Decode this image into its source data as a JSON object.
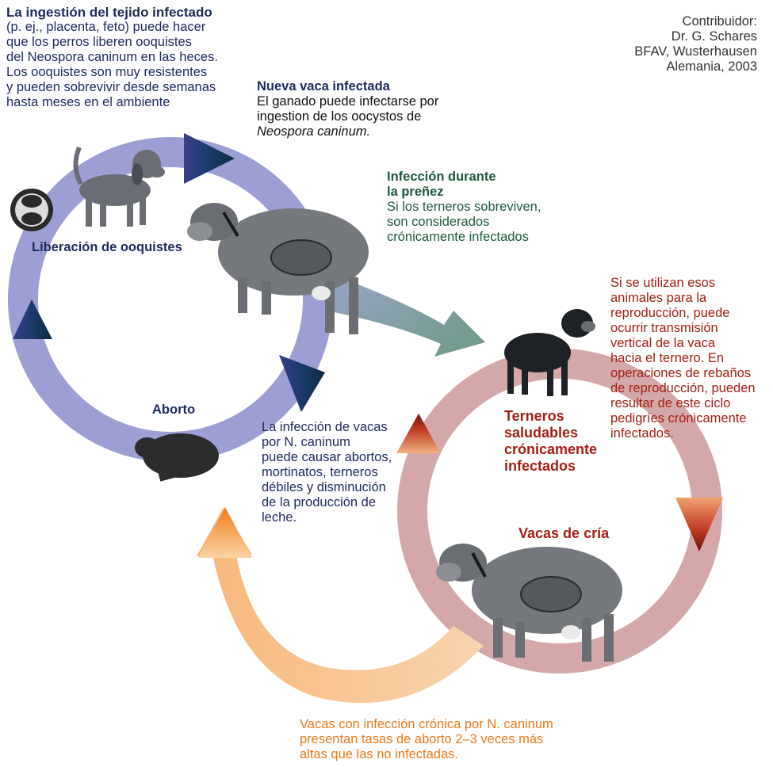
{
  "credit": {
    "lines": [
      "Contribuidor:",
      "Dr. G. Schares",
      "BFAV, Wusterhausen",
      "Alemania, 2003"
    ]
  },
  "ingestion": {
    "title": "La ingestión del tejido infectado",
    "lines": [
      "(p. ej., placenta, feto) puede hacer",
      "que los perros liberen ooquistes",
      "del Neospora caninum en las heces.",
      "Los ooquistes son muy resistentes",
      "y pueden sobrevivir desde semanas",
      "hasta meses en el ambiente"
    ]
  },
  "new_cow": {
    "title": "Nueva vaca infectada",
    "lines": [
      "El ganado puede infectarse por",
      "ingestion de los oocystos de",
      "Neospora caninum."
    ]
  },
  "pregnancy": {
    "title_lines": [
      "Infección durante",
      "la preñez"
    ],
    "lines": [
      "Si los terneros sobreviven,",
      "son considerados",
      "crónicamente infectados"
    ]
  },
  "oocyst_release": {
    "label": "Liberación de ooquistes"
  },
  "abortion": {
    "label": "Aborto"
  },
  "abortion_effects": {
    "lines": [
      "La infección de vacas",
      "por N. caninum",
      "puede causar abortos,",
      "mortinatos, terneros",
      "débiles y disminución",
      "de la producción de",
      "leche."
    ]
  },
  "breeding_use": {
    "lines": [
      "Si se utilizan esos",
      "animales para la",
      "reproducción, puede",
      "ocurrir transmisión",
      "vertical de la vaca",
      "hacia el ternero. En",
      "operaciones de rebaños",
      "de reproducción, pueden",
      "resultar de este ciclo",
      "pedigríes crónicamente",
      "infectados."
    ]
  },
  "healthy_calves": {
    "lines": [
      "Terneros",
      "saludables",
      "crónicamente",
      "infectados"
    ]
  },
  "breeding_cows": {
    "label": "Vacas de cría"
  },
  "chronic_rates": {
    "lines": [
      "Vacas con infección crónica por N. caninum",
      "presentan tasas de aborto 2–3 veces más",
      "altas que las no infectadas."
    ]
  },
  "colors": {
    "upper_cycle": "#9c9ed4",
    "lower_cycle": "#d4a8a8",
    "chronic_arrow": "#f5c89a",
    "connector": "#8a9a96",
    "navy_text": "#1d2a5c",
    "green_text": "#1e5a3c",
    "red_text": "#a42016",
    "orange_text": "#f07a1c"
  }
}
